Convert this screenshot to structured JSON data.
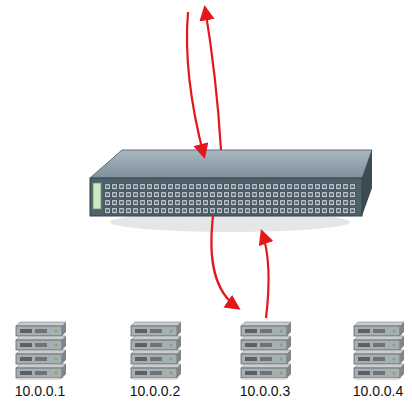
{
  "diagram": {
    "nodes": [
      {
        "text": [
          "10.0.0.1"
        ]
      },
      {
        "text": [
          "10.0.0.2"
        ]
      },
      {
        "text": [
          "10.0.0.3"
        ]
      },
      {
        "text": [
          "10.0.0.4"
        ]
      }
    ]
  }
}
